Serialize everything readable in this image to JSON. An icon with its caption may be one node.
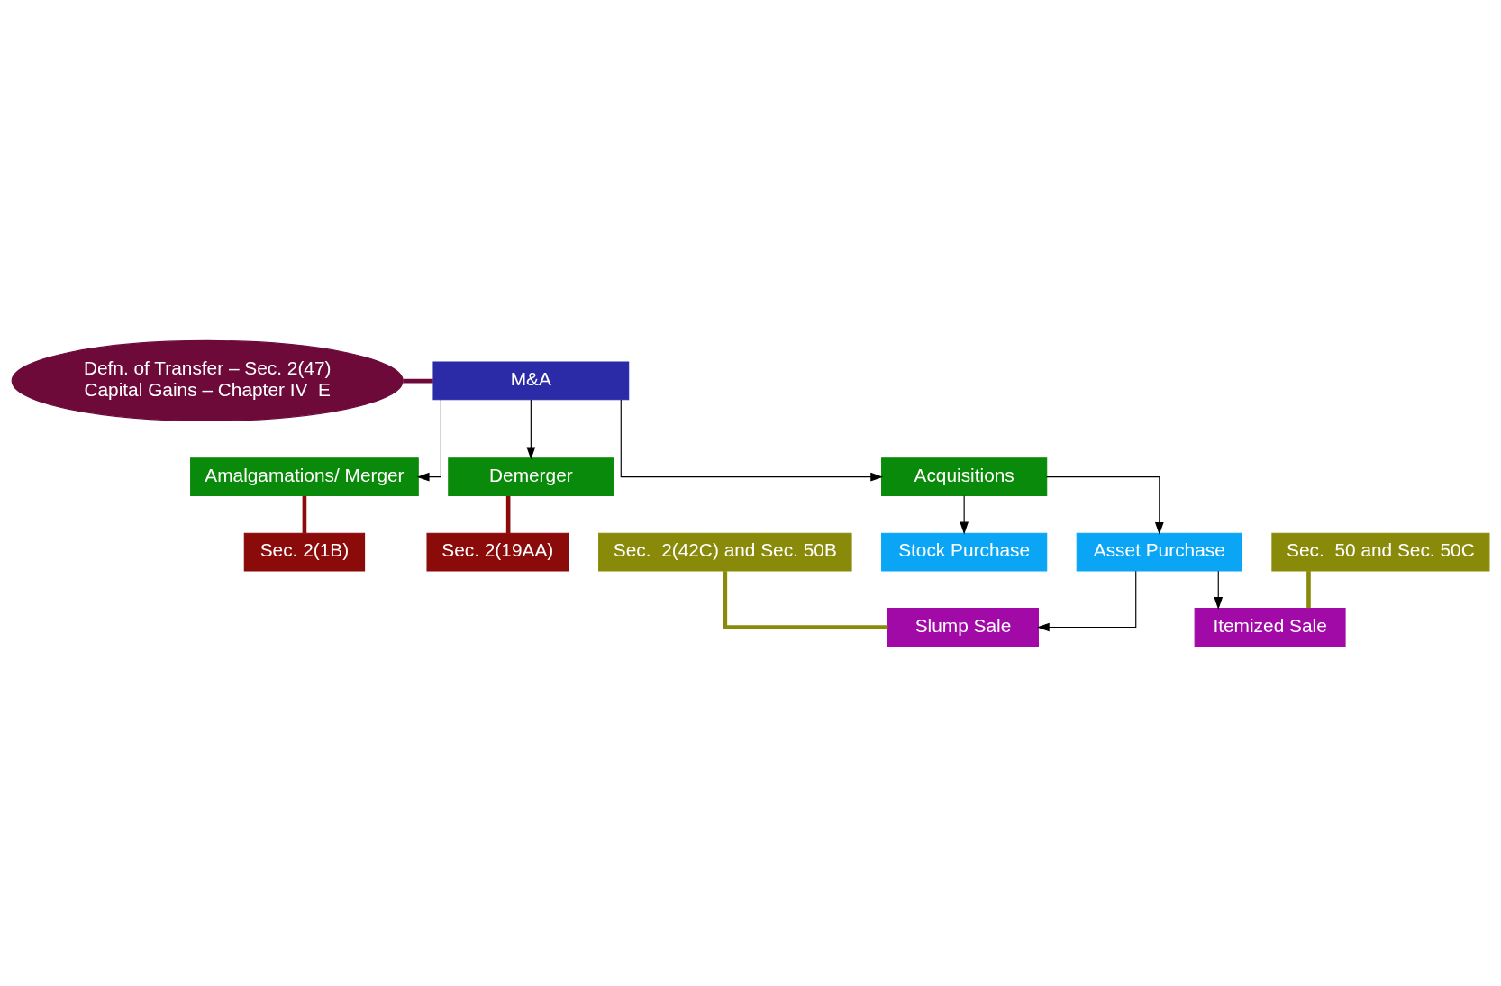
{
  "diagram": {
    "nodes": [
      {
        "text": [
          "M&A"
        ]
      },
      {
        "text": [
          "Defn. of Transfer – Sec. 2(47)",
          "Capital Gains – Chapter IV  E"
        ]
      },
      {
        "text": [
          "Amalgamations/ Merger"
        ]
      },
      {
        "text": [
          "Demerger"
        ]
      },
      {
        "text": [
          "Acquisitions"
        ]
      },
      {
        "text": [
          "Sec. 2(1B)"
        ]
      },
      {
        "text": [
          "Sec. 2(19AA)"
        ]
      },
      {
        "text": [
          "Asset Purchase"
        ]
      },
      {
        "text": [
          "Stock Purchase"
        ]
      },
      {
        "text": [
          "Slump Sale"
        ]
      },
      {
        "text": [
          "Itemized Sale"
        ]
      },
      {
        "text": [
          "Sec.  2(42C) and Sec. 50B"
        ]
      },
      {
        "text": [
          "Sec.  50 and Sec. 50C"
        ]
      }
    ],
    "edges": [
      {
        "from": 1,
        "to": 0,
        "arrow": "none",
        "style": "thick",
        "color": "#6d0a3a"
      },
      {
        "from": 0,
        "to": 2,
        "arrow": "to"
      },
      {
        "from": 0,
        "to": 3,
        "arrow": "to"
      },
      {
        "from": 0,
        "to": 4,
        "arrow": "to"
      },
      {
        "from": 5,
        "to": 2,
        "arrow": "none",
        "style": "thick",
        "color": "#8b0a0a"
      },
      {
        "from": 6,
        "to": 3,
        "arrow": "none",
        "style": "thick",
        "color": "#8b0a0a"
      },
      {
        "from": 4,
        "to": 7,
        "arrow": "to"
      },
      {
        "from": 4,
        "to": 8,
        "arrow": "to"
      },
      {
        "from": 7,
        "to": 9,
        "arrow": "to"
      },
      {
        "from": 7,
        "to": 10,
        "arrow": "to"
      },
      {
        "from": 11,
        "to": 9,
        "arrow": "none",
        "style": "thick",
        "color": "#8a8a0a"
      },
      {
        "from": 12,
        "to": 10,
        "arrow": "none",
        "style": "thick",
        "color": "#8a8a0a"
      }
    ]
  }
}
